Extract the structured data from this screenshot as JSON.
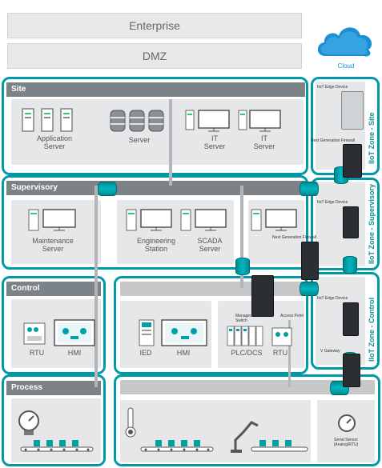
{
  "labels": {
    "enterprise": "Enterprise",
    "dmz": "DMZ",
    "cloud": "Cloud",
    "site": "Site",
    "supervisory": "Supervisory",
    "control": "Control",
    "process": "Process",
    "app_server_1": "Application",
    "app_server_2": "Server",
    "server": "Server",
    "it_server_a1": "IT",
    "it_server_a2": "Server",
    "it_server_b1": "IT",
    "it_server_b2": "Server",
    "maint_1": "Maintenance",
    "maint_2": "Server",
    "eng_1": "Engineering",
    "eng_2": "Station",
    "scada_1": "SCADA",
    "scada_2": "Server",
    "rtu_left": "RTU",
    "hmi_left": "HMI",
    "ied": "IED",
    "hmi_mid": "HMI",
    "plc": "PLC/DCS",
    "rtu_mid": "RTU",
    "zone_site": "IIoT Zone - Site",
    "zone_supervisory": "IIoT Zone - Supervisory",
    "zone_control": "IIoT Zone - Control",
    "iiot_edge_site": "IIoT Edge Device",
    "ngfw_site": "Next Generation Firewall",
    "iiot_edge_sup": "IIoT Edge Device",
    "ngfw_sup": "Next Generation Firewall",
    "iiot_edge_ctrl": "IIoT Edge Device",
    "managed_switch_1": "Managed",
    "managed_switch_2": "Switch",
    "access_point": "Access Point",
    "gateway": "V Gateway",
    "serial_sensor_1": "Serial Sensor",
    "serial_sensor_2": "(Analog/RTU)"
  }
}
